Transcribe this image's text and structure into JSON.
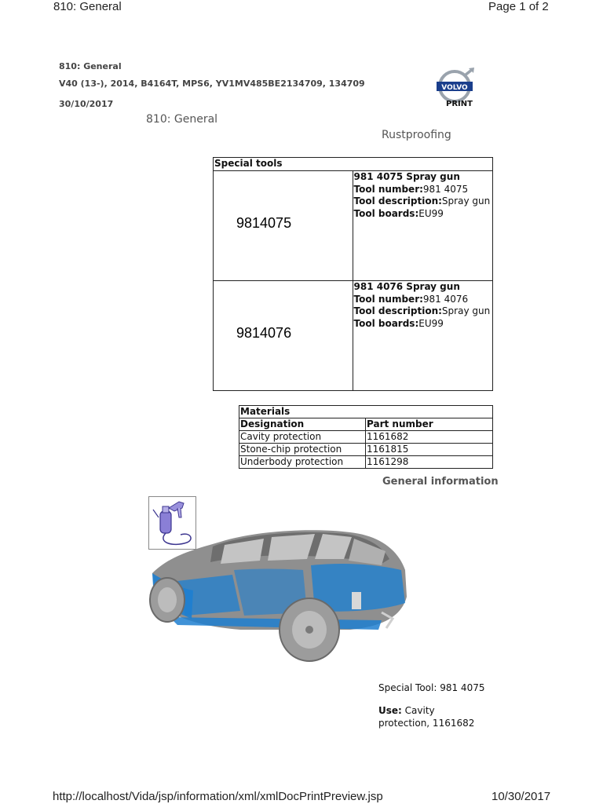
{
  "print_header": {
    "title": "810: General",
    "page": "Page 1 of 2"
  },
  "meta": {
    "line1": "810: General",
    "line2": "V40 (13-), 2014, B4164T, MPS6, YV1MV485BE2134709, 134709",
    "line3": "30/10/2017"
  },
  "logo": {
    "brand": "VOLVO",
    "print_label": "PRINT",
    "icon": "volvo-logo-icon",
    "color": "#1a3e8c"
  },
  "section_title": "810: General",
  "sub_title": "Rustproofing",
  "special_tools": {
    "header": "Special tools",
    "tools": [
      {
        "image_label": "9814075",
        "name": "981 4075 Spray gun",
        "number_label": "Tool number:",
        "number": "981 4075",
        "desc_label": "Tool description:",
        "desc": "Spray gun",
        "boards_label": "Tool boards:",
        "boards": "EU99"
      },
      {
        "image_label": "9814076",
        "name": "981 4076 Spray gun",
        "number_label": "Tool number:",
        "number": "981 4076",
        "desc_label": "Tool description:",
        "desc": "Spray gun",
        "boards_label": "Tool boards:",
        "boards": "EU99"
      }
    ]
  },
  "materials": {
    "title": "Materials",
    "headers": [
      "Designation",
      "Part number"
    ],
    "rows": [
      [
        "Cavity protection",
        "1161682"
      ],
      [
        "Stone-chip protection",
        "1161815"
      ],
      [
        "Underbody protection",
        "1161298"
      ]
    ]
  },
  "general_information": "General information",
  "figure": {
    "thumb_icon": "spray-gun-icon",
    "car_icon": "car-illustration-icon",
    "highlight_color": "#1e7fd0"
  },
  "caption": {
    "tool": "Special Tool: 981 4075",
    "use_label": "Use:",
    "use_text": "Cavity protection, 1161682"
  },
  "footer": {
    "url": "http://localhost/Vida/jsp/information/xml/xmlDocPrintPreview.jsp",
    "date": "10/30/2017"
  }
}
